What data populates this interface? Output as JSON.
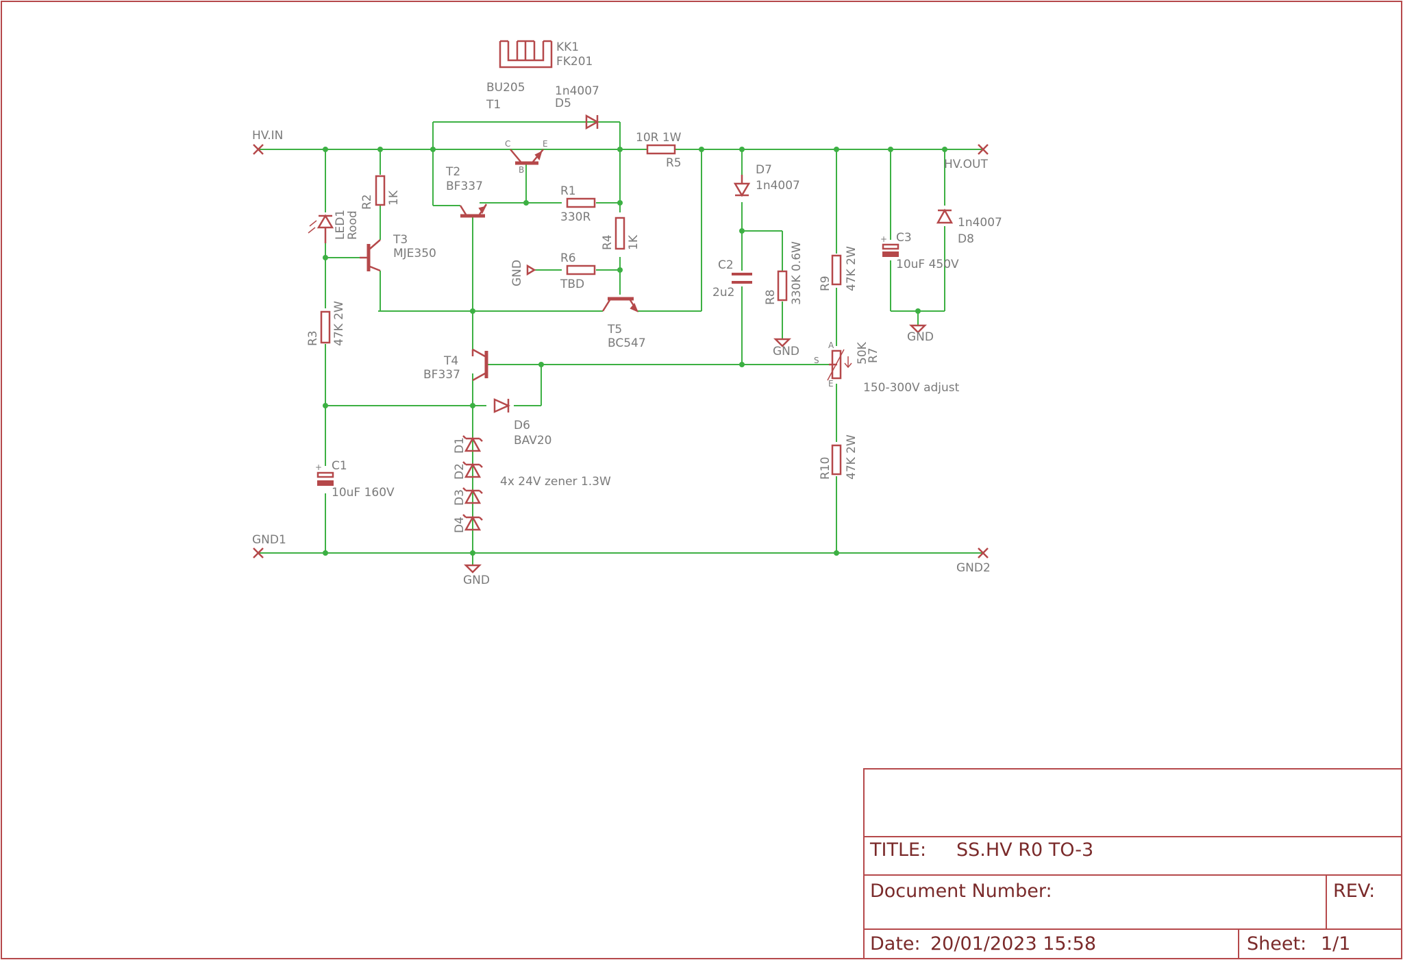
{
  "colors": {
    "wire": "#3cb043",
    "symbol": "#b5484a",
    "label": "#7a7a7a",
    "frame": "#b5484a"
  },
  "ports": {
    "hv_in": "HV.IN",
    "hv_out": "HV.OUT",
    "gnd1": "GND1",
    "gnd2": "GND2"
  },
  "heatsink": {
    "ref": "KK1",
    "value": "FK201"
  },
  "components": {
    "t1": {
      "ref": "T1",
      "value": "BU205",
      "pin_c": "C",
      "pin_e": "E",
      "pin_b": "B"
    },
    "d5": {
      "ref": "D5",
      "value": "1n4007"
    },
    "r5": {
      "ref": "R5",
      "value": "10R 1W"
    },
    "t2": {
      "ref": "T2",
      "value": "BF337"
    },
    "r1": {
      "ref": "R1",
      "value": "330R"
    },
    "r2": {
      "ref": "R2",
      "value": "1K"
    },
    "led1": {
      "ref": "LED1",
      "value": "Rood"
    },
    "t3": {
      "ref": "T3",
      "value": "MJE350"
    },
    "r4": {
      "ref": "R4",
      "value": "1K"
    },
    "r6": {
      "ref": "R6",
      "value": "TBD"
    },
    "t5": {
      "ref": "T5",
      "value": "BC547"
    },
    "d7": {
      "ref": "D7",
      "value": "1n4007"
    },
    "c2": {
      "ref": "C2",
      "value": "2u2"
    },
    "r8": {
      "ref": "R8",
      "value": "330K 0.6W"
    },
    "c3": {
      "ref": "C3",
      "value": "10uF 450V"
    },
    "d8": {
      "ref": "D8",
      "value": "1n4007"
    },
    "r9": {
      "ref": "R9",
      "value": "47K 2W"
    },
    "r7": {
      "ref": "R7",
      "value": "50K",
      "pin_a": "A",
      "pin_s": "S",
      "pin_e": "E"
    },
    "r3": {
      "ref": "R3",
      "value": "47K 2W"
    },
    "t4": {
      "ref": "T4",
      "value": "BF337"
    },
    "d6": {
      "ref": "D6",
      "value": "BAV20"
    },
    "c1": {
      "ref": "C1",
      "value": "10uF 160V"
    },
    "d1": {
      "ref": "D1"
    },
    "d2": {
      "ref": "D2"
    },
    "d3": {
      "ref": "D3"
    },
    "d4": {
      "ref": "D4"
    },
    "r10": {
      "ref": "R10",
      "value": "47K 2W"
    }
  },
  "gnd_label": "GND",
  "notes": {
    "adjust": "150-300V adjust",
    "zener": "4x 24V zener 1.3W"
  },
  "titleblock": {
    "title_label": "TITLE:",
    "title": "SS.HV R0 TO-3",
    "docnum_label": "Document Number:",
    "rev_label": "REV:",
    "date_label": "Date:",
    "date": "20/01/2023 15:58",
    "sheet_label": "Sheet:",
    "sheet": "1/1"
  }
}
